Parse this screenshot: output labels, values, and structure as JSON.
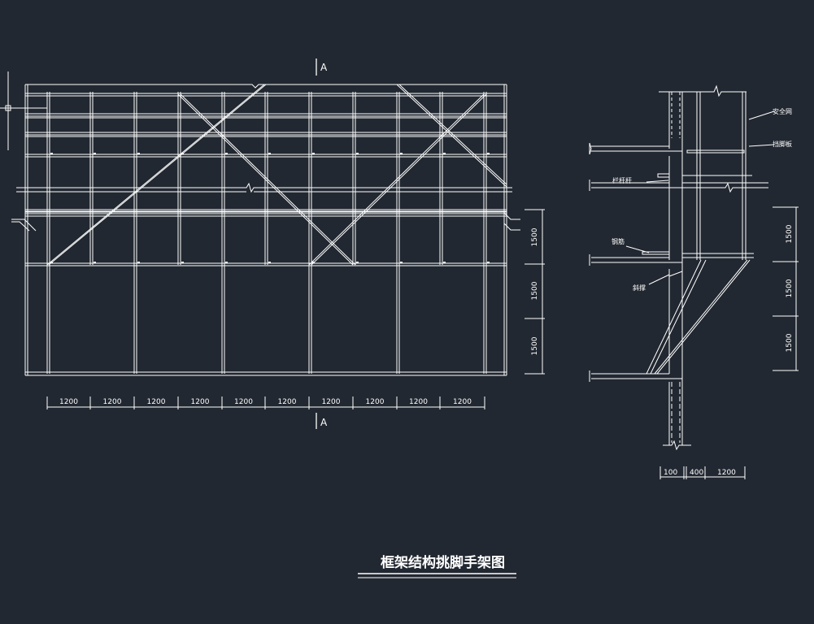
{
  "title": "框架结构挑脚手架图",
  "section_mark": "A",
  "elevation": {
    "bottom_dims": [
      "1200",
      "1200",
      "1200",
      "1200",
      "1200",
      "1200",
      "1200",
      "1200",
      "1200",
      "1200"
    ],
    "right_dims": [
      "1500",
      "1500",
      "1500"
    ]
  },
  "section": {
    "labels": {
      "safety_net": "安全网",
      "toe_board": "挡脚板",
      "guard_rail": "栏杆杆",
      "tie_rod": "钢筋",
      "brace": "斜撑"
    },
    "right_dims": [
      "1500",
      "1500",
      "1500"
    ],
    "bottom_dims": [
      "100",
      "400",
      "1200"
    ]
  },
  "colors": {
    "background": "#222831",
    "lines": "#ffffff"
  }
}
